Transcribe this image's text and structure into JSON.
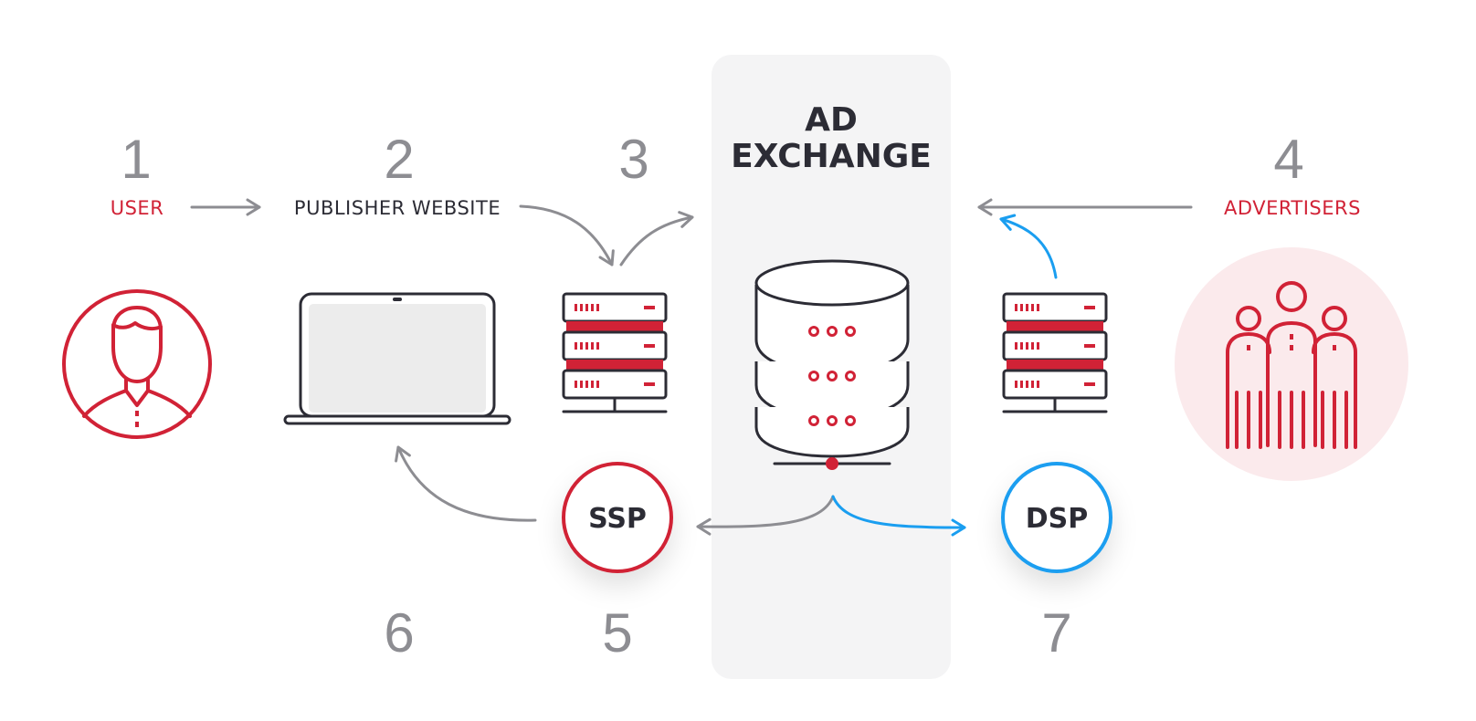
{
  "diagram": {
    "title_line1": "AD",
    "title_line2": "EXCHANGE",
    "steps": {
      "user": {
        "number": "1",
        "label": "USER"
      },
      "publisher": {
        "number": "2",
        "label": "PUBLISHER WEBSITE"
      },
      "step3": {
        "number": "3"
      },
      "advertisers": {
        "number": "4",
        "label": "ADVERTISERS"
      },
      "ssp": {
        "number": "5",
        "label": "SSP"
      },
      "step6": {
        "number": "6"
      },
      "dsp": {
        "number": "7",
        "label": "DSP"
      }
    },
    "colors": {
      "red": "#d12236",
      "blue": "#1a9ef0",
      "gray": "#8d8d92",
      "dark": "#2c2c35",
      "panel": "#f4f4f5",
      "screen": "#ececec",
      "advertisers_bg": "#fbeaec"
    },
    "icons": [
      "user-avatar-icon",
      "laptop-icon",
      "server-rack-icon",
      "database-icon",
      "people-group-icon"
    ]
  }
}
